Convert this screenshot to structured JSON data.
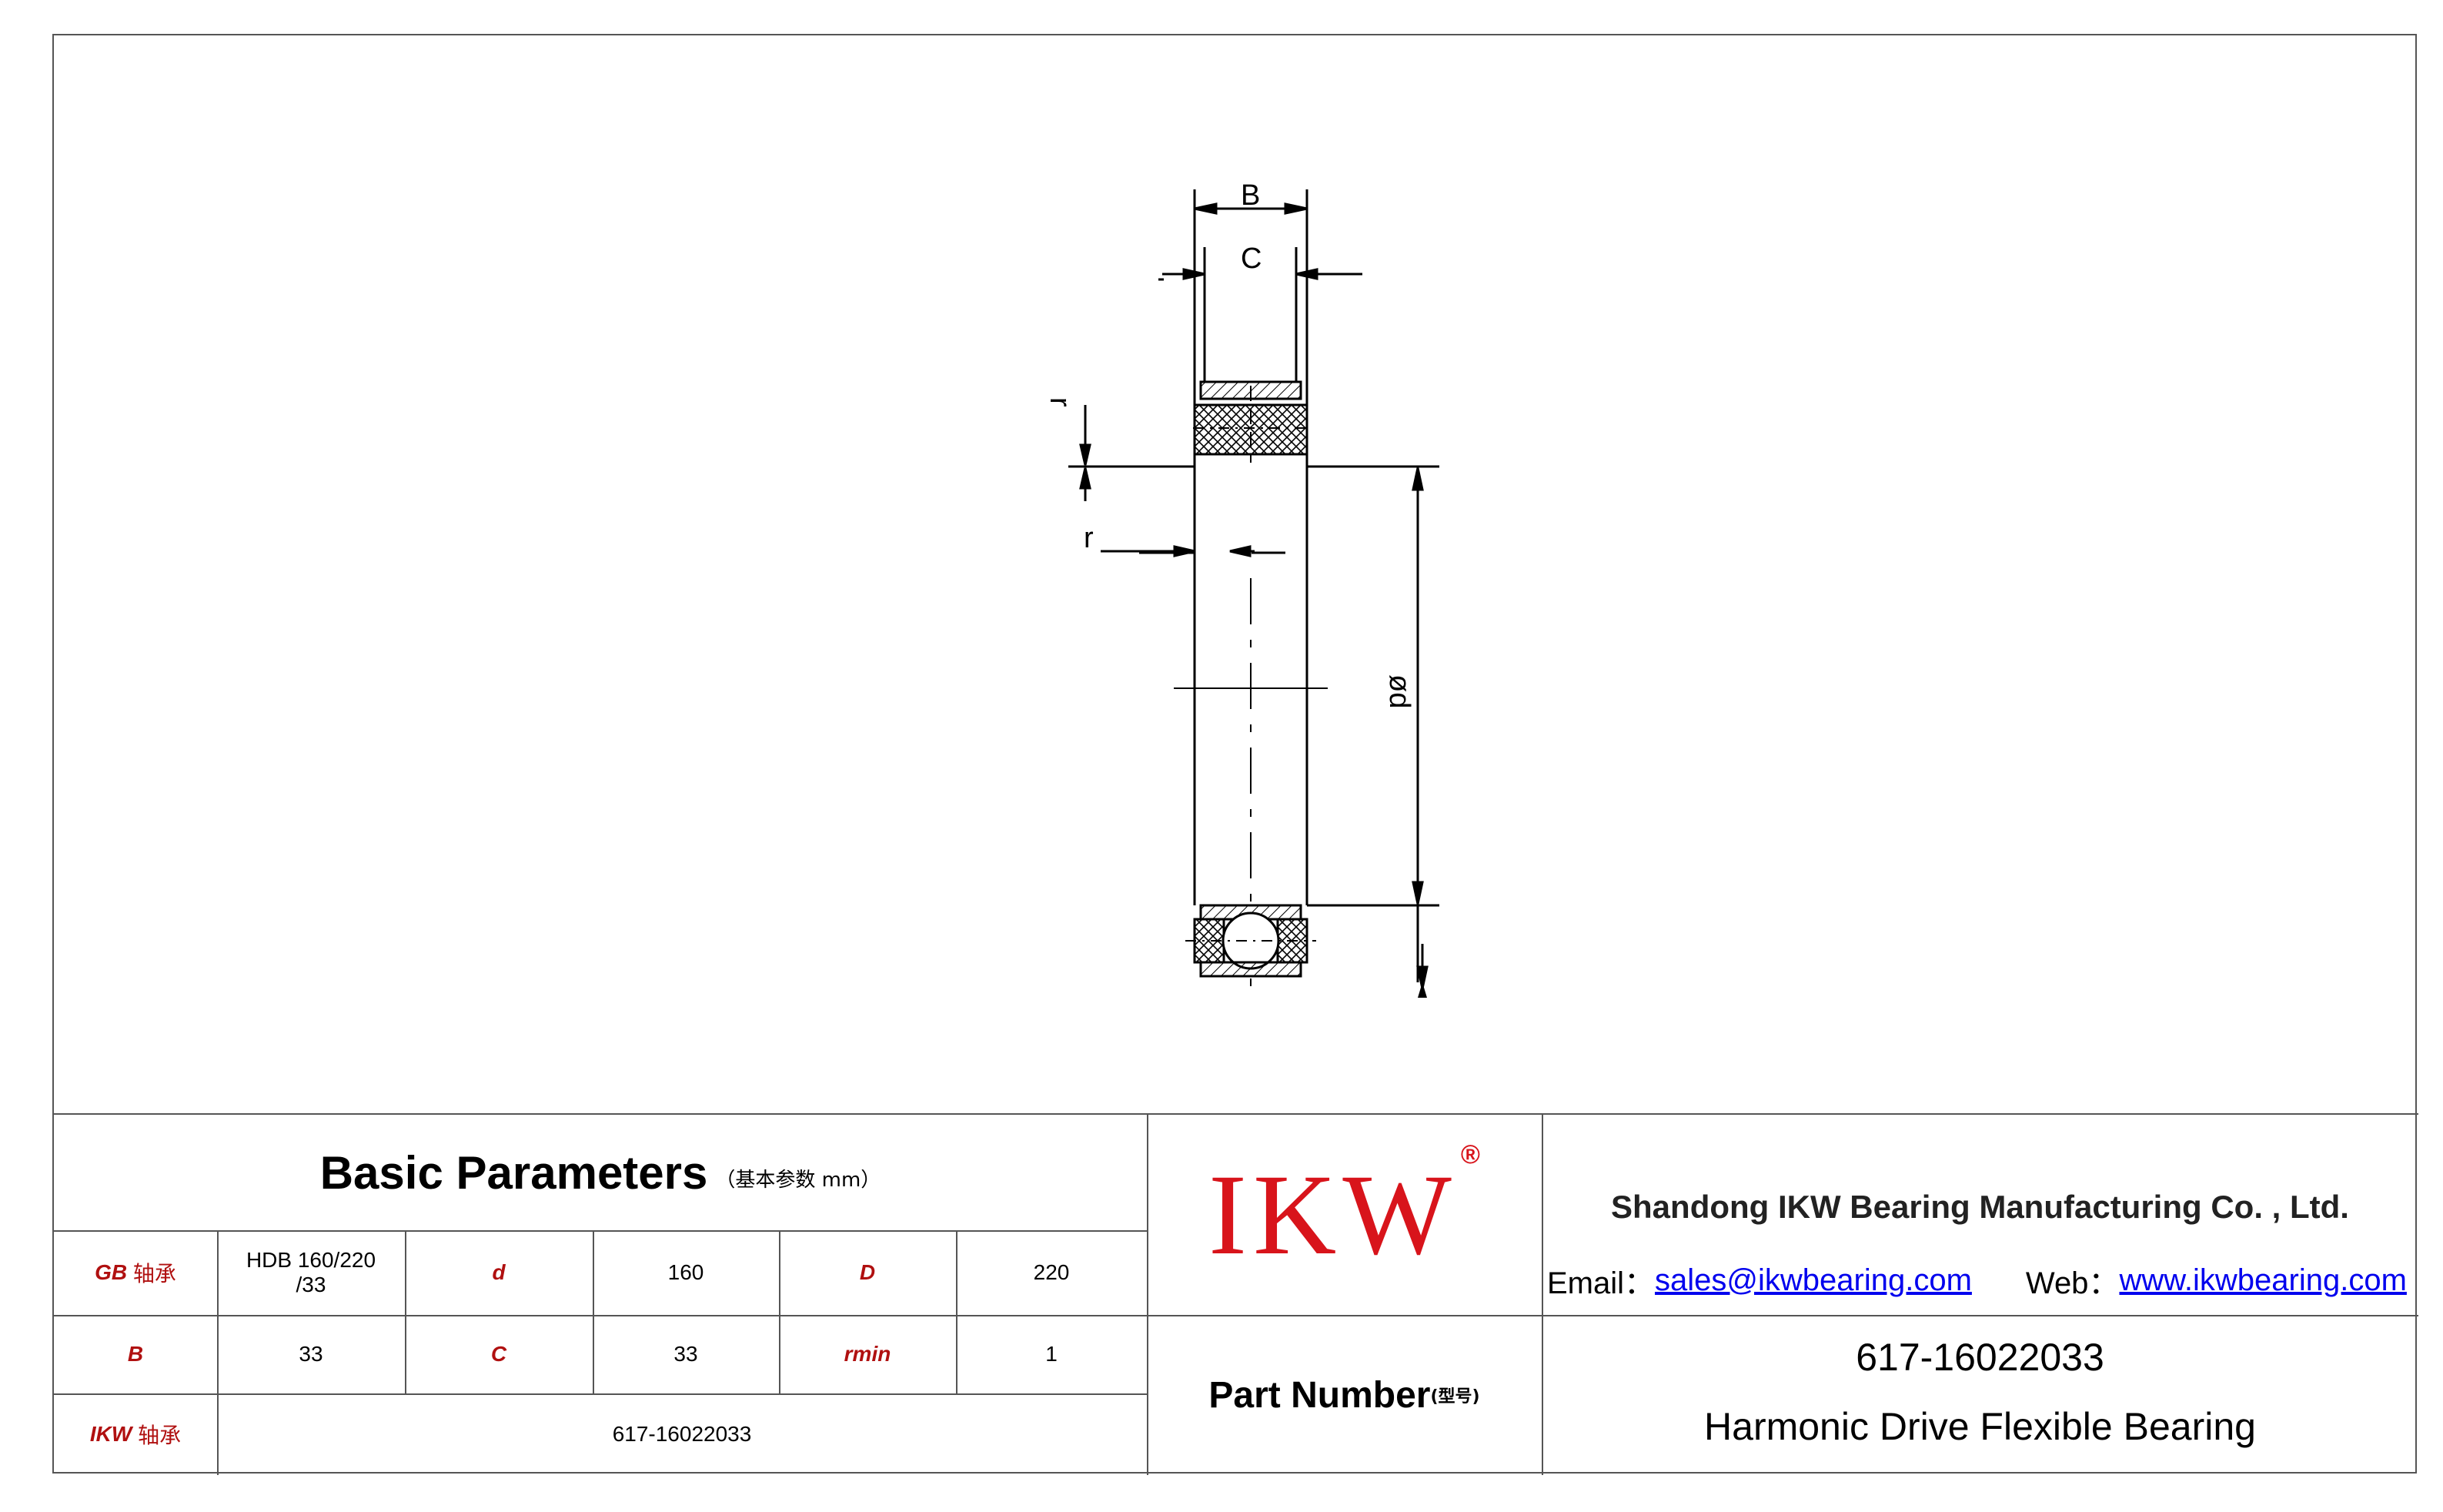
{
  "drawing": {
    "labels": {
      "B": "B",
      "C": "C",
      "r_top": "r",
      "r_left": "r",
      "d": "ød"
    }
  },
  "basic_parameters": {
    "title": "Basic Parameters",
    "subtitle": "（基本参数 mm）",
    "rows": [
      [
        {
          "label": "GB",
          "label_cn": "轴承",
          "value": "HDB 160/220 /33"
        },
        {
          "label": "d",
          "value": "160"
        },
        {
          "label": "D",
          "value": "220"
        }
      ],
      [
        {
          "label": "B",
          "value": "33"
        },
        {
          "label": "C",
          "value": "33"
        },
        {
          "label": "rmin",
          "value": "1"
        }
      ]
    ],
    "ikw_row": {
      "label": "IKW",
      "label_cn": "轴承",
      "value": "617-16022033"
    }
  },
  "logo": {
    "text": "IKW",
    "reg": "®"
  },
  "company": {
    "name": "Shandong IKW Bearing Manufacturing Co. , Ltd.",
    "email_label": "Email：",
    "email": "sales@ikwbearing.com",
    "web_label": "Web：",
    "web": "www.ikwbearing.com"
  },
  "part": {
    "label": "Part Number",
    "label_cn": "(型号)",
    "number": "617-16022033",
    "description": "Harmonic Drive Flexible Bearing"
  }
}
